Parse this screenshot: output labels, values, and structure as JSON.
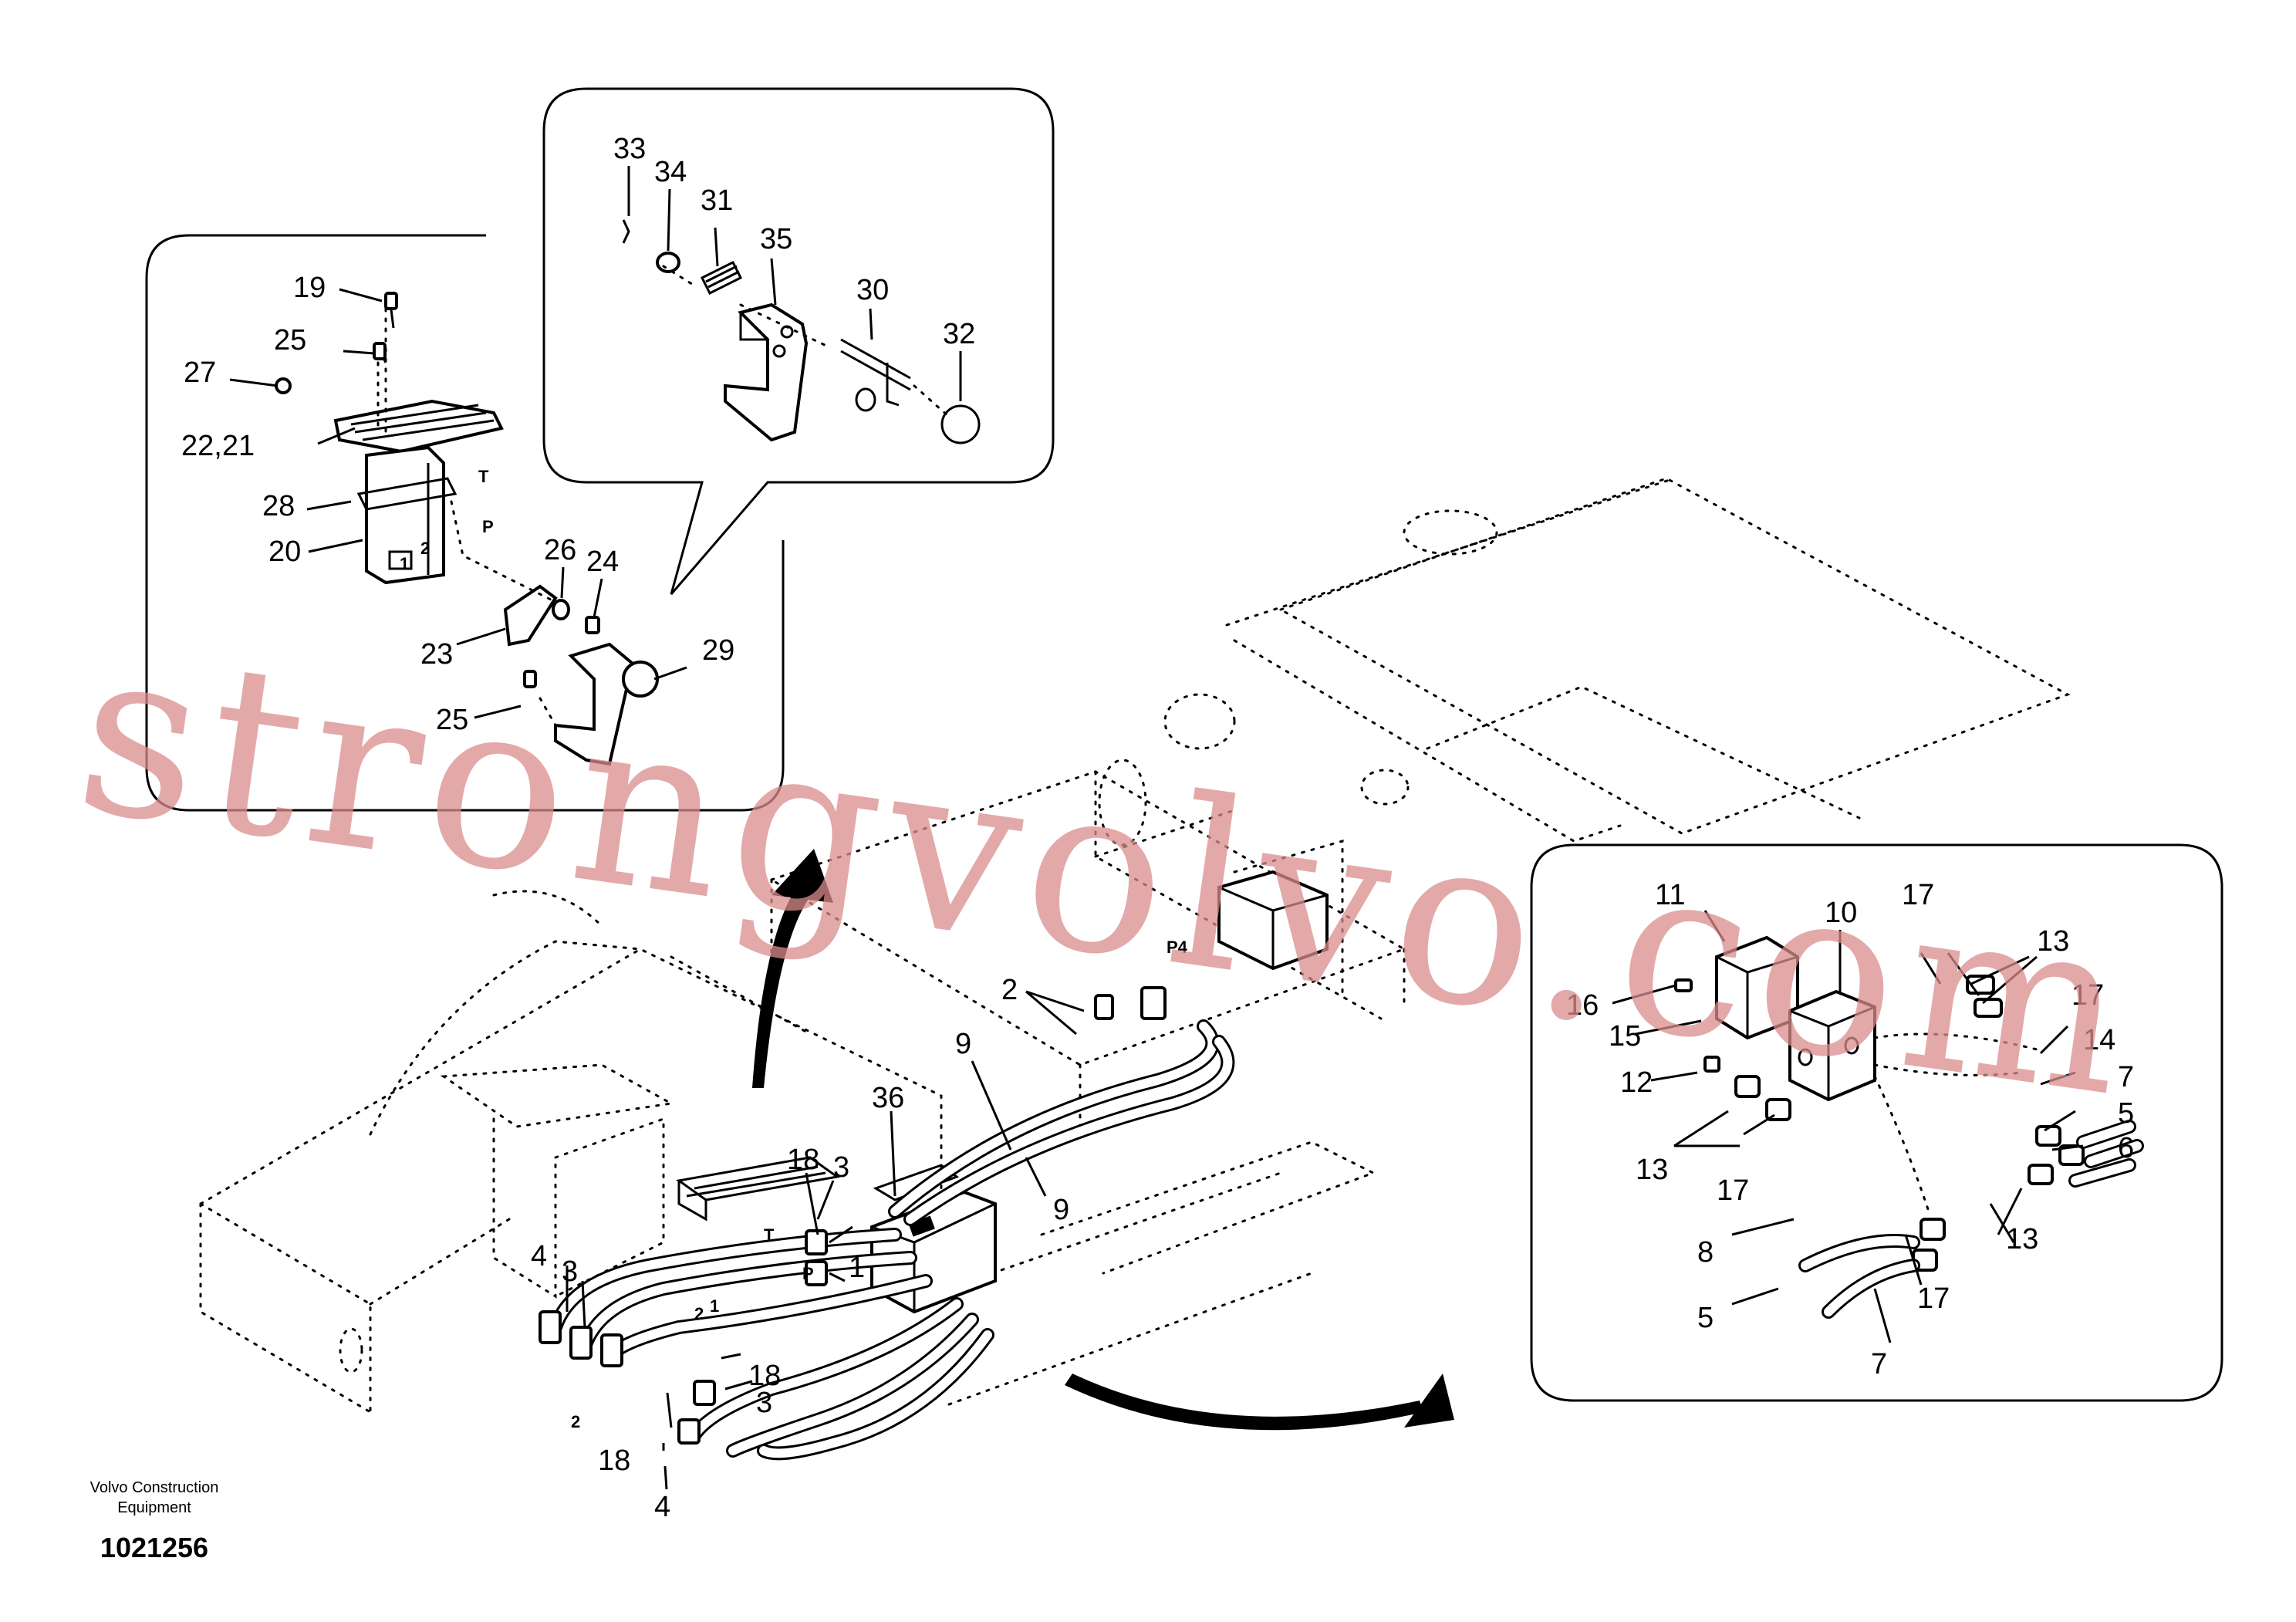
{
  "watermark": "strongvolvo.com",
  "footer": {
    "manufacturer_line1": "Volvo Construction",
    "manufacturer_line2": "Equipment",
    "drawing_number": "1021256"
  },
  "callout_top": {
    "labels": [
      "33",
      "34",
      "31",
      "35",
      "30",
      "32"
    ]
  },
  "callout_left": {
    "labels": [
      "19",
      "25",
      "27",
      "22,21",
      "28",
      "20",
      "1",
      "2",
      "T",
      "P",
      "26",
      "24",
      "23",
      "29",
      "25"
    ]
  },
  "callout_right": {
    "labels": [
      "11",
      "10",
      "17",
      "13",
      "16",
      "15",
      "12",
      "17",
      "14",
      "7",
      "5",
      "6",
      "13",
      "17",
      "13",
      "8",
      "5",
      "17",
      "7"
    ]
  },
  "main_view": {
    "labels": [
      "P4",
      "2",
      "9",
      "36",
      "9",
      "18",
      "3",
      "T",
      "1",
      "P",
      "4",
      "3",
      "1",
      "2",
      "18",
      "3",
      "2",
      "18",
      "4"
    ]
  }
}
